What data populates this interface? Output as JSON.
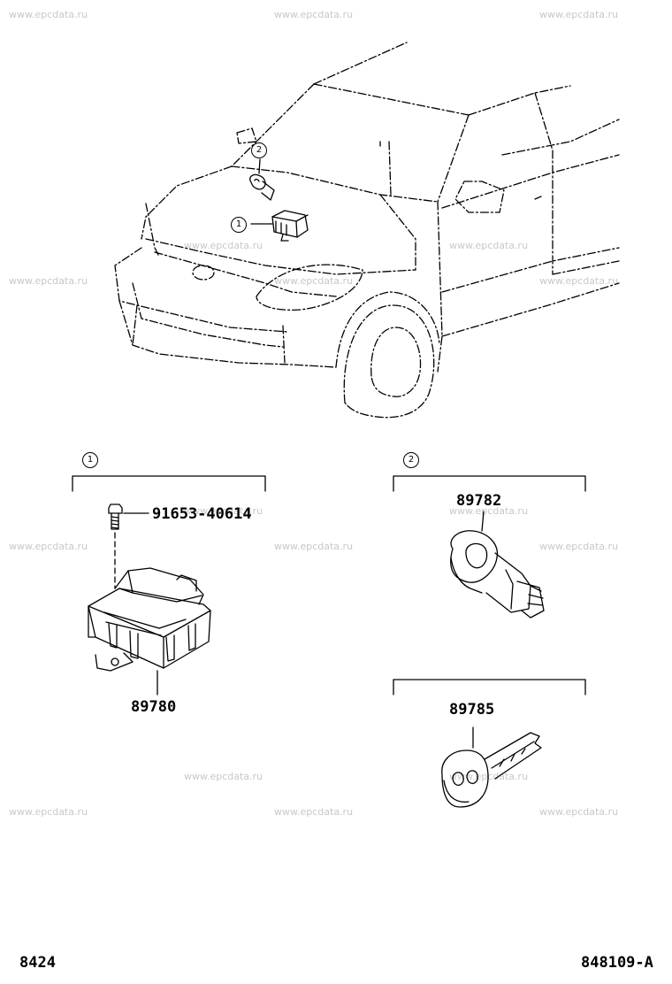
{
  "watermark": "www.epcdata.ru",
  "callouts": {
    "one": "1",
    "two": "2"
  },
  "parts": {
    "bolt": "91653-40614",
    "ecu": "89780",
    "transponder_coil": "89782",
    "key": "89785"
  },
  "footer": {
    "left_code": "8424",
    "right_code": "848109-A"
  }
}
